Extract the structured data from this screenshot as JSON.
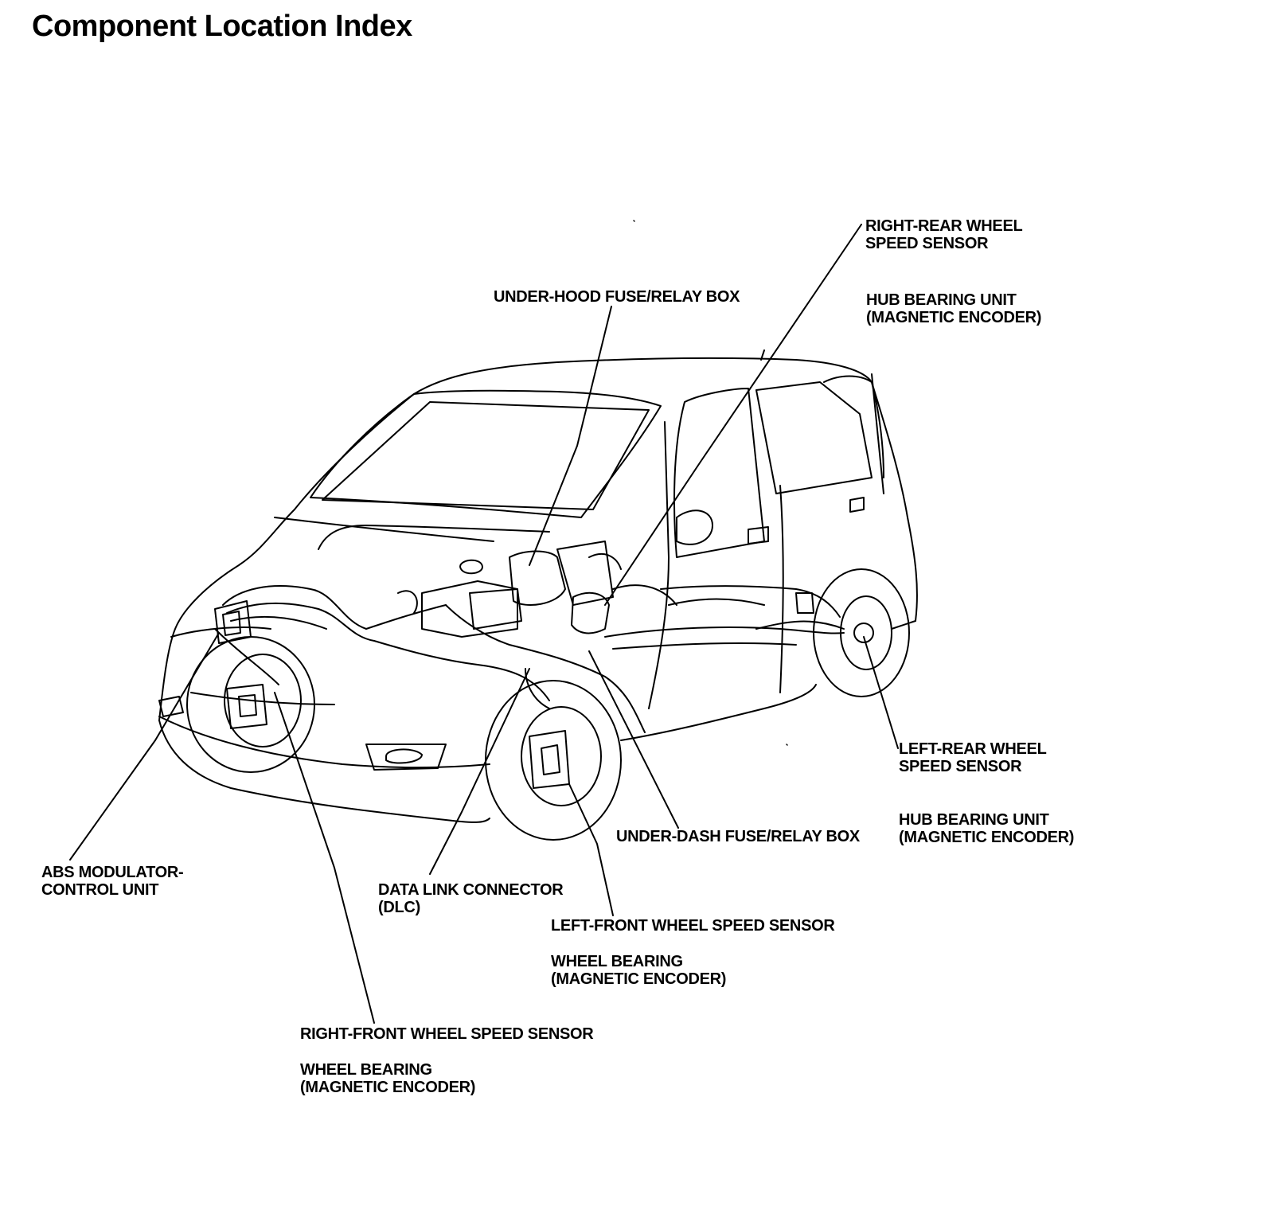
{
  "title": "Component Location Index",
  "labels": {
    "right_rear_wss": [
      "RIGHT-REAR WHEEL",
      "SPEED SENSOR"
    ],
    "right_rear_hub": [
      "HUB BEARING UNIT",
      "(MAGNETIC ENCODER)"
    ],
    "under_hood_box": [
      "UNDER-HOOD FUSE/RELAY BOX"
    ],
    "left_rear_wss": [
      "LEFT-REAR WHEEL",
      "SPEED SENSOR"
    ],
    "left_rear_hub": [
      "HUB BEARING UNIT",
      "(MAGNETIC ENCODER)"
    ],
    "under_dash_box": [
      "UNDER-DASH FUSE/RELAY BOX"
    ],
    "abs_unit": [
      "ABS MODULATOR-",
      "CONTROL UNIT"
    ],
    "dlc": [
      "DATA LINK CONNECTOR",
      "(DLC)"
    ],
    "left_front_wss": [
      "LEFT-FRONT WHEEL SPEED SENSOR"
    ],
    "left_front_bearing": [
      "WHEEL BEARING",
      "(MAGNETIC ENCODER)"
    ],
    "right_front_wss": [
      "RIGHT-FRONT WHEEL SPEED SENSOR"
    ],
    "right_front_bearing": [
      "WHEEL BEARING",
      "(MAGNETIC ENCODER)"
    ]
  }
}
